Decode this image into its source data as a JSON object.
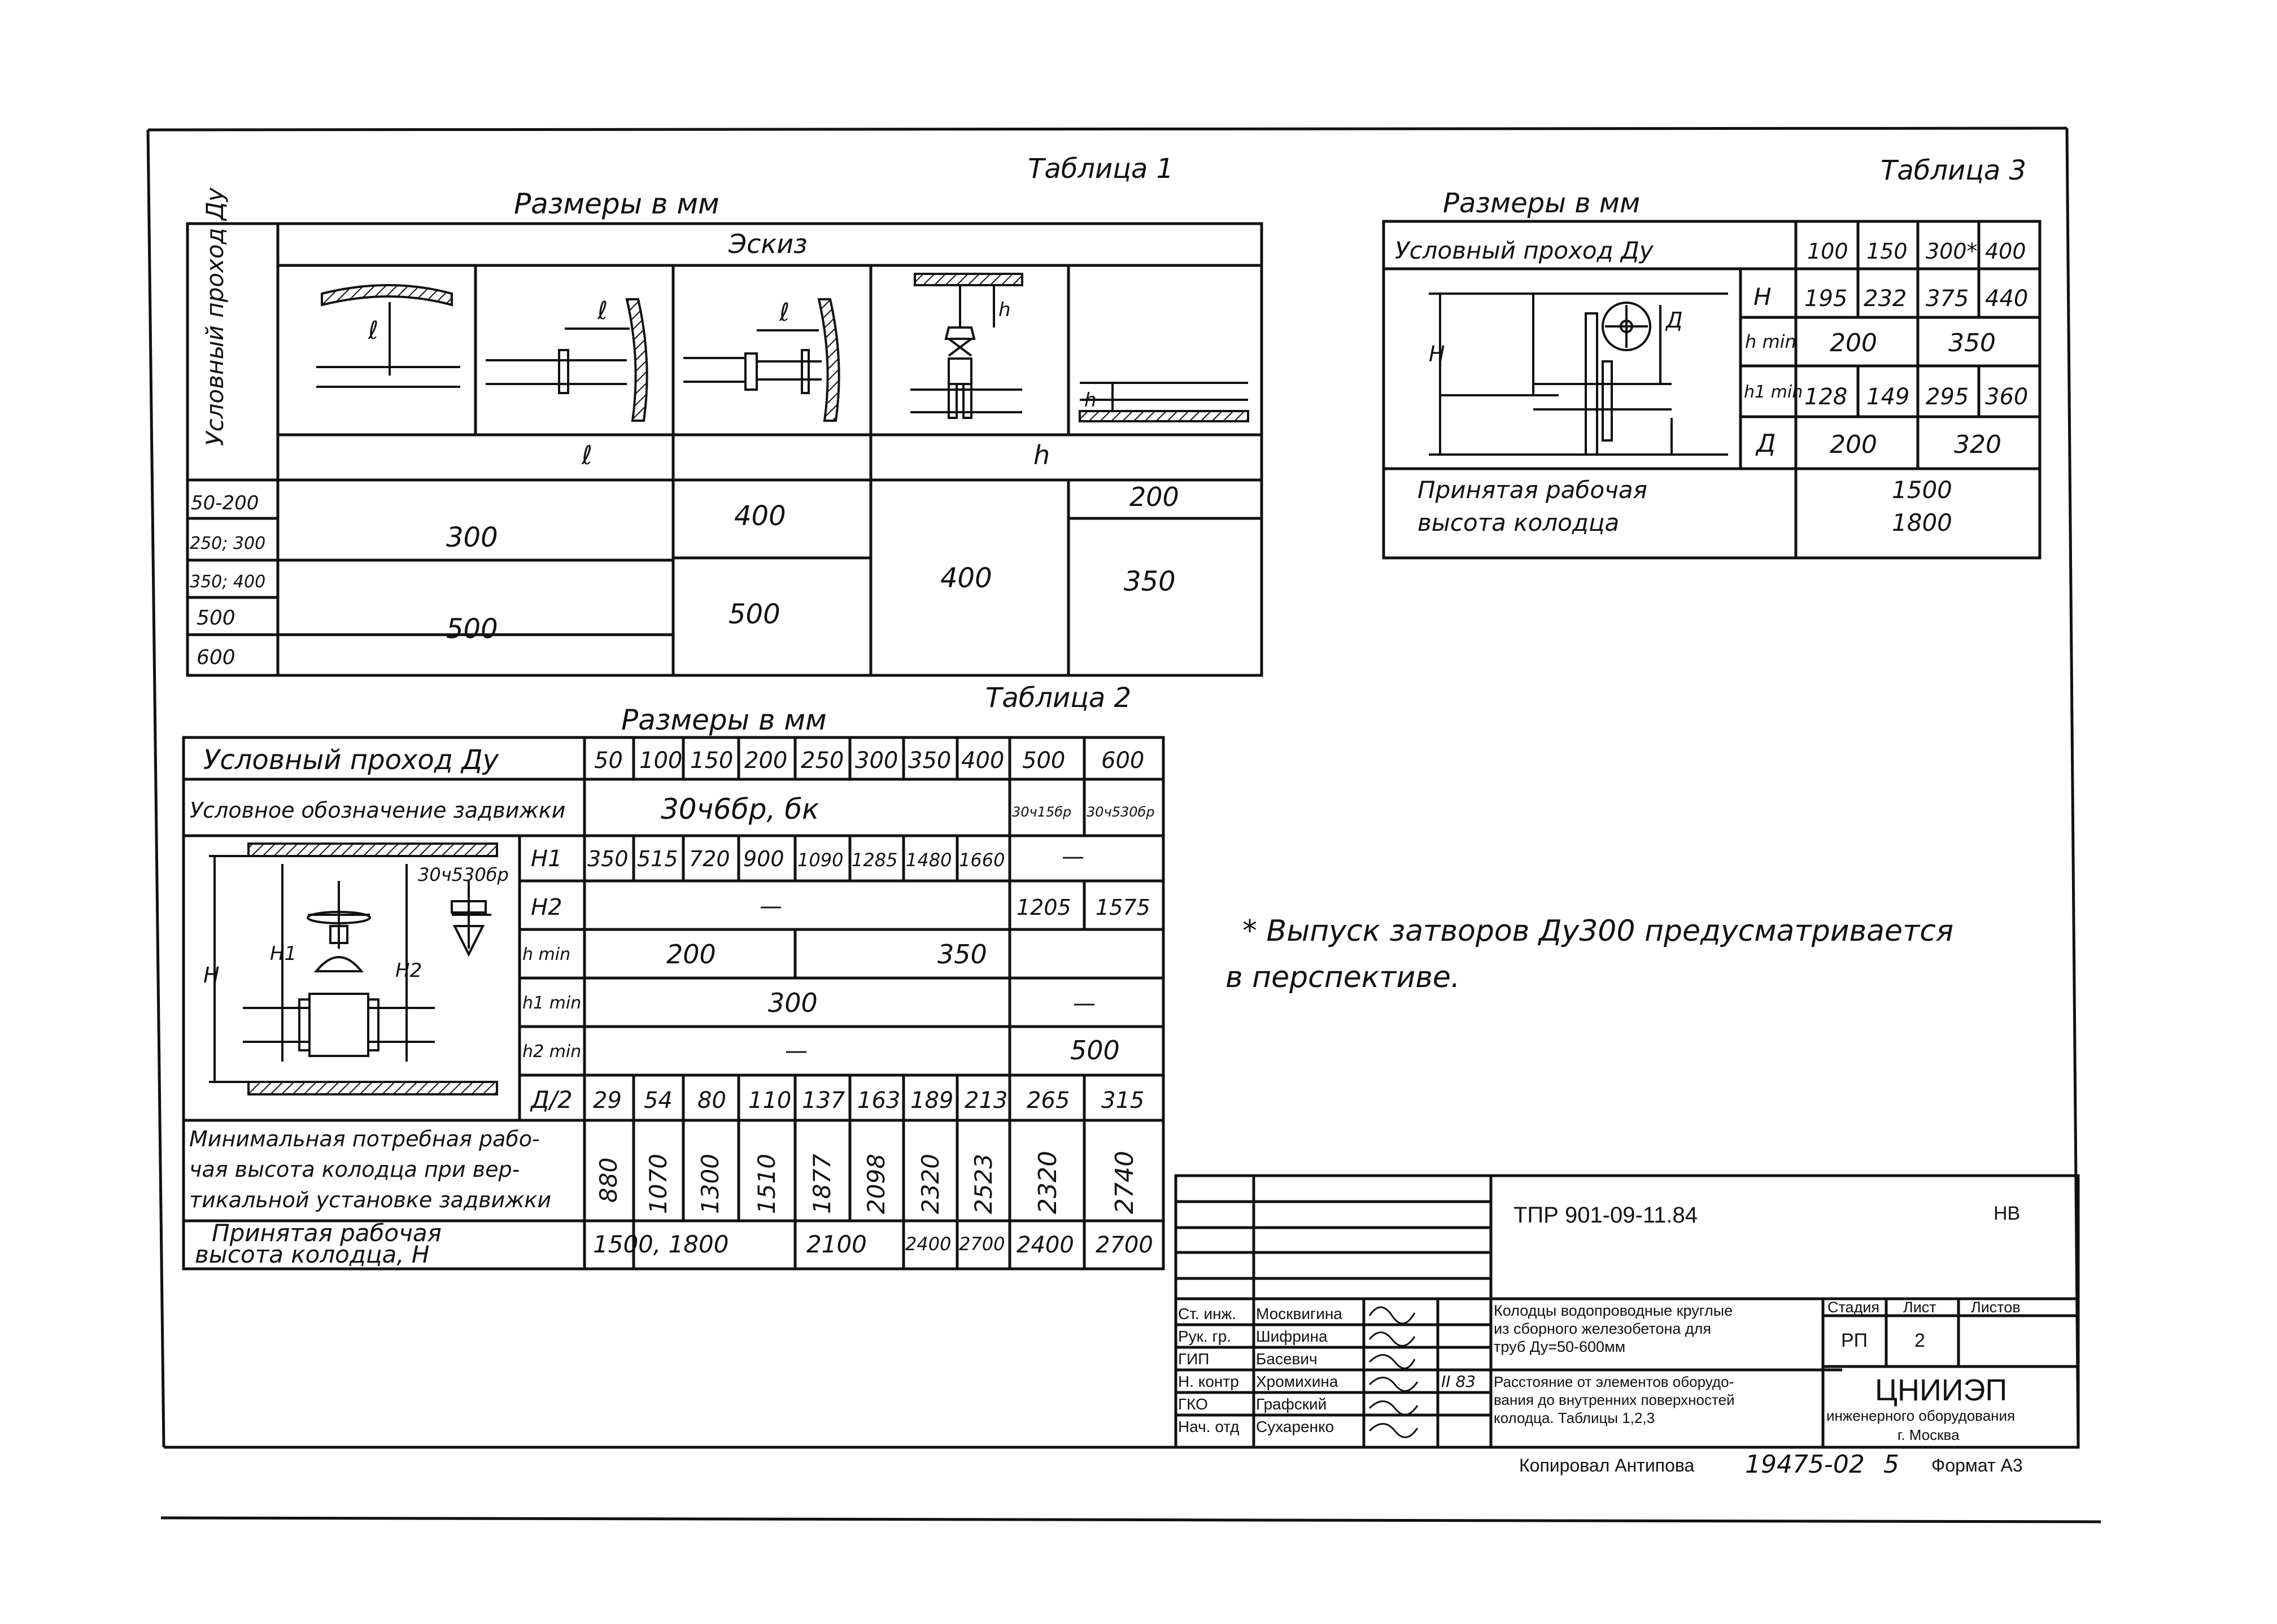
{
  "t1": {
    "caption": "Таблица 1",
    "units": "Размеры в мм",
    "eskiz": "Эскиз",
    "col_head": "Условный проход Ду",
    "lbl_l": "ℓ",
    "lbl_h": "h",
    "rows": [
      "50-200",
      "250; 300",
      "350; 400",
      "500",
      "600"
    ],
    "v300": "300",
    "v500a": "500",
    "v400a": "400",
    "v500b": "500",
    "v400b": "400",
    "v200": "200",
    "v350": "350"
  },
  "t2": {
    "caption": "Таблица 2",
    "units": "Размеры в мм",
    "dy_label": "Условный проход Ду",
    "dy": [
      "50",
      "100",
      "150",
      "200",
      "250",
      "300",
      "350",
      "400",
      "500",
      "600"
    ],
    "oboz_label": "Условное обозначение задвижки",
    "oboz_main": "30ч6бр, бк",
    "oboz_500": "30ч15бр",
    "oboz_600": "30ч530бр",
    "sketch_label": "30ч530бр",
    "H1_label": "H1",
    "H1": [
      "350",
      "515",
      "720",
      "900",
      "1090",
      "1285",
      "1480",
      "1660"
    ],
    "H1_dash": "—",
    "H2_label": "H2",
    "H2_dash": "—",
    "H2": [
      "1205",
      "1575"
    ],
    "hmin_label": "h min",
    "hmin": [
      "200",
      "350"
    ],
    "h1min_label": "h1 min",
    "h1min": "300",
    "h1min_dash": "—",
    "h2min_label": "h2 min",
    "h2min_dash": "—",
    "h2min": "500",
    "D2_label": "Д/2",
    "D2": [
      "29",
      "54",
      "80",
      "110",
      "137",
      "163",
      "189",
      "213",
      "265",
      "315"
    ],
    "minh_label": "Минимальная потребная рабочая высота колодца при вертикальной установке задвижки",
    "minh": [
      "880",
      "1070",
      "1300",
      "1510",
      "1877",
      "2098",
      "2320",
      "2523",
      "2320",
      "2740"
    ],
    "prin_label": "Принятая рабочая высота колодца, H",
    "prin": [
      "1500, 1800",
      "2100",
      "2400",
      "2700",
      "2400",
      "2700"
    ]
  },
  "t3": {
    "caption": "Таблица 3",
    "units": "Размеры в мм",
    "dy_label": "Условный проход Ду",
    "dy": [
      "100",
      "150",
      "300*",
      "400"
    ],
    "H_label": "H",
    "H": [
      "195",
      "232",
      "375",
      "440"
    ],
    "hmin_label": "h min",
    "hmin": [
      "200",
      "350"
    ],
    "h1min_label": "h1 min",
    "h1min": [
      "128",
      "149",
      "295",
      "360"
    ],
    "D_label": "Д",
    "D": [
      "200",
      "320"
    ],
    "prin_label_1": "Принятая рабочая",
    "prin_label_2": "высота колодца",
    "prin": [
      "1500",
      "1800"
    ]
  },
  "note_line1": "* Выпуск затворов Ду300 предусматривается",
  "note_line2": "в перспективе.",
  "stamp": {
    "code": "ТПР 901-09-11.84",
    "nv": "НВ",
    "roles": [
      "Ст. инж.",
      "Рук. гр.",
      "ГИП",
      "Н. контр",
      "ГКО",
      "Нач. отд"
    ],
    "names": [
      "Москвигина",
      "Шифрина",
      "Басевич",
      "Хромихина",
      "Графский",
      "Сухаренко"
    ],
    "date": "II 83",
    "title": [
      "Колодцы водопроводные круглые",
      "из сборного железобетона для",
      "труб Ду=50-600мм"
    ],
    "stage_h": "Стадия",
    "sheet_h": "Лист",
    "sheets_h": "Листов",
    "stage": "РП",
    "sheet": "2",
    "desc": [
      "Расстояние от элементов оборудо-",
      "вания до внутренних поверхностей",
      "колодца. Таблицы 1,2,3"
    ],
    "org": "ЦНИИЭП",
    "org_sub": [
      "инженерного оборудования",
      "г. Москва"
    ]
  },
  "footer": {
    "copied": "Копировал Антипова",
    "num": "19475-02",
    "page": "5",
    "format": "Формат А3"
  }
}
